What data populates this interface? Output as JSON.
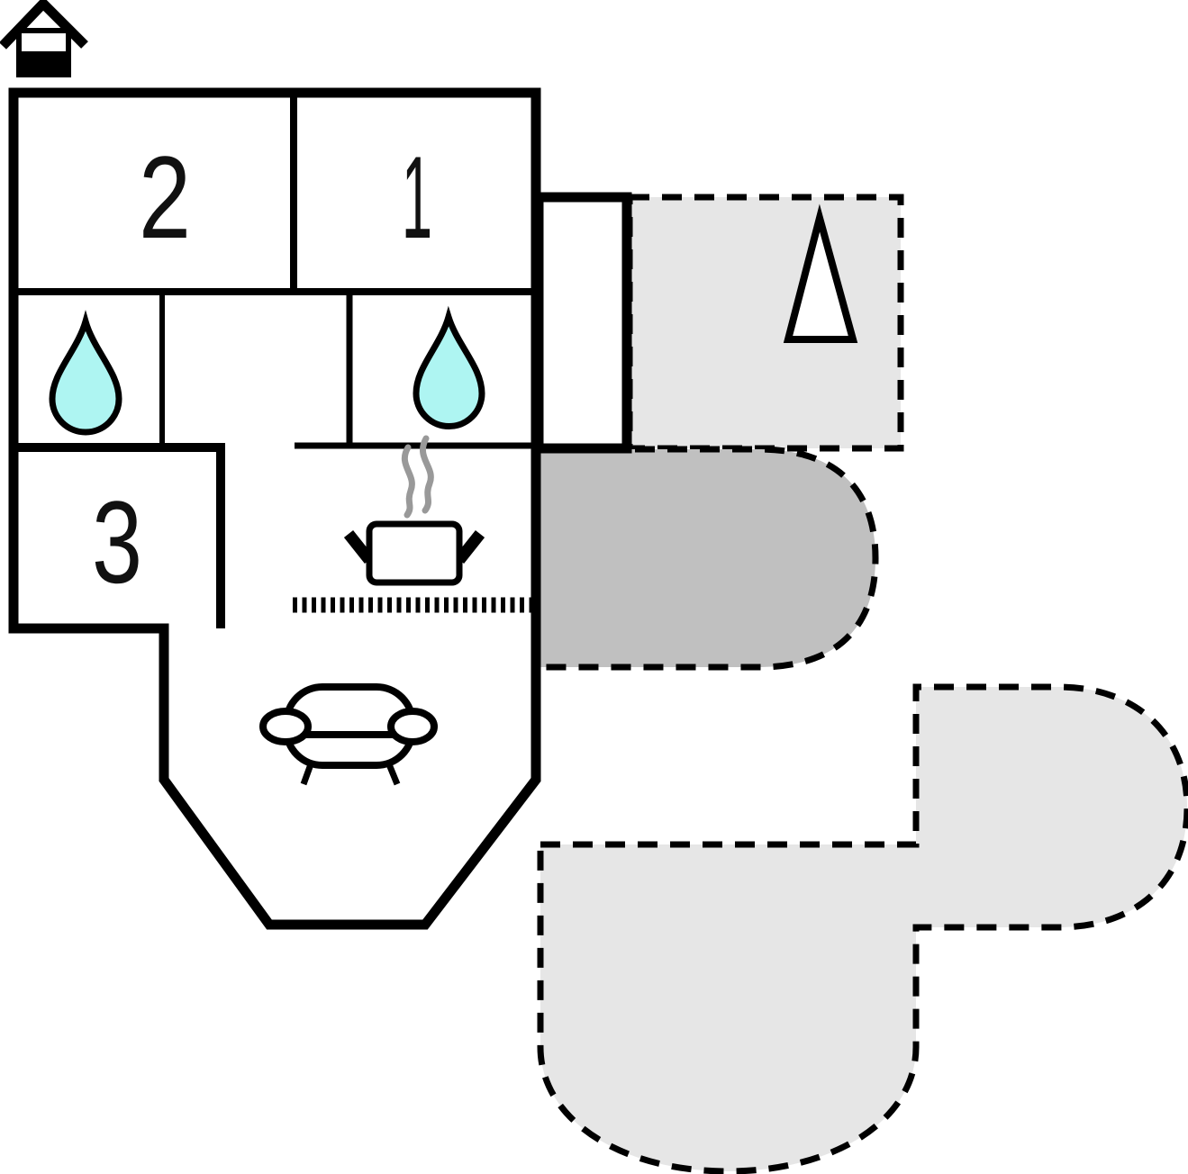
{
  "floorplan": {
    "type": "holiday-home floor plan",
    "rooms": [
      {
        "label": "1"
      },
      {
        "label": "2"
      },
      {
        "label": "3"
      }
    ],
    "colors": {
      "wall": "#000000",
      "room_fill": "#ffffff",
      "water_drop": "#aef5f2",
      "steam": "#999999",
      "terrace_light": "#e6e6e6",
      "terrace_dark": "#c0c0c0"
    },
    "icons": {
      "house": "house-icon",
      "water_drop": "water-drop-icon",
      "cooking_pot": "cooking-pot-icon",
      "steam": "steam-icon",
      "sofa": "sofa-icon",
      "triangle_marker": "triangle-marker-icon"
    }
  }
}
